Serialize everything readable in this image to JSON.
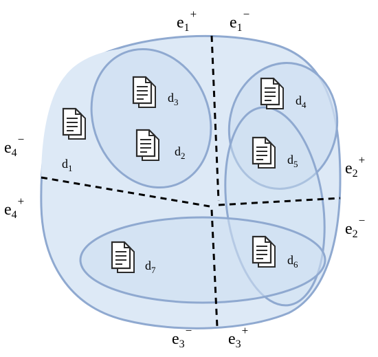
{
  "colors": {
    "region_fill": "#dde9f6",
    "ellipse_fill": "#cfdff1",
    "ellipse_stroke": "#8fa9d0",
    "divider": "#000000",
    "doc_icon": "#2b2b2b"
  },
  "edges": [
    {
      "base": "e",
      "sub": "1",
      "sup": "+"
    },
    {
      "base": "e",
      "sub": "1",
      "sup": "−"
    },
    {
      "base": "e",
      "sub": "2",
      "sup": "+"
    },
    {
      "base": "e",
      "sub": "2",
      "sup": "−"
    },
    {
      "base": "e",
      "sub": "3",
      "sup": "−"
    },
    {
      "base": "e",
      "sub": "3",
      "sup": "+"
    },
    {
      "base": "e",
      "sub": "4",
      "sup": "−"
    },
    {
      "base": "e",
      "sub": "4",
      "sup": "+"
    }
  ],
  "documents": [
    {
      "base": "d",
      "sub": "1",
      "icon": "document-icon"
    },
    {
      "base": "d",
      "sub": "2",
      "icon": "document-icon"
    },
    {
      "base": "d",
      "sub": "3",
      "icon": "document-icon"
    },
    {
      "base": "d",
      "sub": "4",
      "icon": "document-icon"
    },
    {
      "base": "d",
      "sub": "5",
      "icon": "document-icon"
    },
    {
      "base": "d",
      "sub": "6",
      "icon": "document-icon"
    },
    {
      "base": "d",
      "sub": "7",
      "icon": "document-icon"
    }
  ]
}
